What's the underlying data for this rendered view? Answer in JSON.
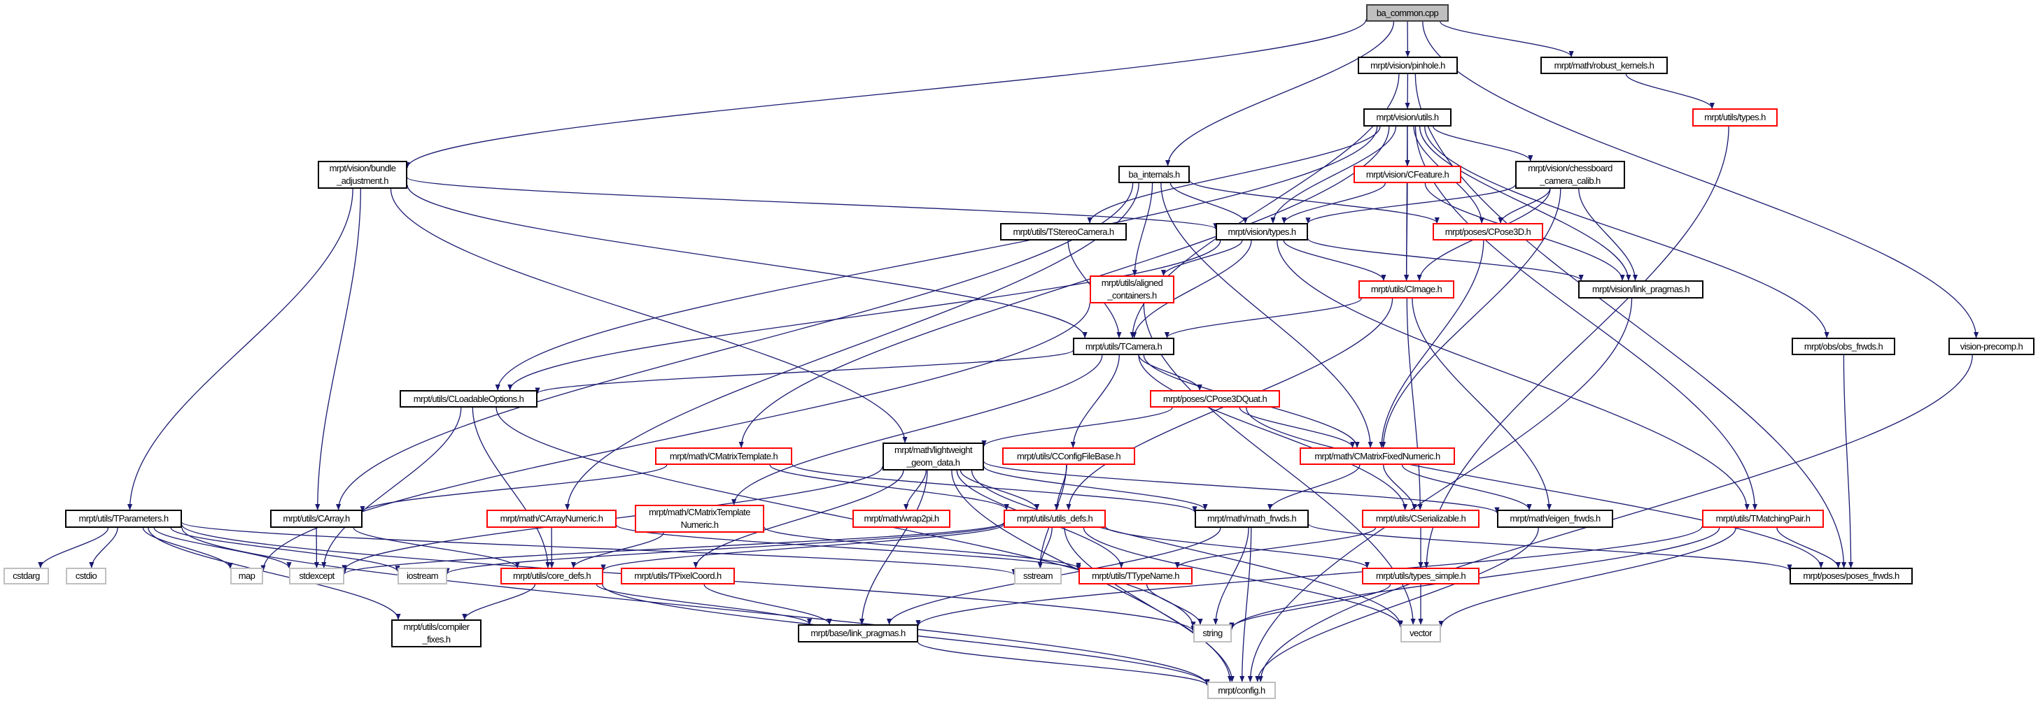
{
  "title": "ba_common.cpp",
  "colors": {
    "edge": "#191970",
    "red_border": "#ff0000",
    "gray_border": "#bfbfbf",
    "root_fill": "#bfbfbf"
  },
  "nodes": [
    {
      "id": "root",
      "label": "ba_common.cpp",
      "style": "root"
    },
    {
      "id": "pinhole",
      "label": "mrpt/vision/pinhole.h",
      "style": "normal"
    },
    {
      "id": "robust",
      "label": "mrpt/math/robust_kernels.h",
      "style": "normal"
    },
    {
      "id": "vutils",
      "label": "mrpt/vision/utils.h",
      "style": "normal"
    },
    {
      "id": "utypes",
      "label": "mrpt/utils/types.h",
      "style": "red"
    },
    {
      "id": "bundle",
      "label": "mrpt/vision/bundle\n_adjustment.h",
      "style": "normal"
    },
    {
      "id": "bainternals",
      "label": "ba_internals.h",
      "style": "normal"
    },
    {
      "id": "cfeature",
      "label": "mrpt/vision/CFeature.h",
      "style": "red"
    },
    {
      "id": "chess",
      "label": "mrpt/vision/chessboard\n_camera_calib.h",
      "style": "normal"
    },
    {
      "id": "tstereo",
      "label": "mrpt/utils/TStereoCamera.h",
      "style": "normal"
    },
    {
      "id": "vtypes",
      "label": "mrpt/vision/types.h",
      "style": "normal"
    },
    {
      "id": "cpose3d",
      "label": "mrpt/poses/CPose3D.h",
      "style": "red"
    },
    {
      "id": "aligned",
      "label": "mrpt/utils/aligned\n_containers.h",
      "style": "red"
    },
    {
      "id": "cimage",
      "label": "mrpt/utils/CImage.h",
      "style": "red"
    },
    {
      "id": "vlink",
      "label": "mrpt/vision/link_pragmas.h",
      "style": "normal"
    },
    {
      "id": "tcamera",
      "label": "mrpt/utils/TCamera.h",
      "style": "normal"
    },
    {
      "id": "obsfrwds",
      "label": "mrpt/obs/obs_frwds.h",
      "style": "normal"
    },
    {
      "id": "precomp",
      "label": "vision-precomp.h",
      "style": "normal"
    },
    {
      "id": "cloadable",
      "label": "mrpt/utils/CLoadableOptions.h",
      "style": "normal"
    },
    {
      "id": "cpose3dquat",
      "label": "mrpt/poses/CPose3DQuat.h",
      "style": "red"
    },
    {
      "id": "cmattemplate",
      "label": "mrpt/math/CMatrixTemplate.h",
      "style": "red"
    },
    {
      "id": "lightweight",
      "label": "mrpt/math/lightweight\n_geom_data.h",
      "style": "normal"
    },
    {
      "id": "cconfig",
      "label": "mrpt/utils/CConfigFileBase.h",
      "style": "red"
    },
    {
      "id": "cmatfixed",
      "label": "mrpt/math/CMatrixFixedNumeric.h",
      "style": "red"
    },
    {
      "id": "tparams",
      "label": "mrpt/utils/TParameters.h",
      "style": "normal"
    },
    {
      "id": "carray",
      "label": "mrpt/utils/CArray.h",
      "style": "normal"
    },
    {
      "id": "carraynum",
      "label": "mrpt/math/CArrayNumeric.h",
      "style": "red"
    },
    {
      "id": "cmattemplnum",
      "label": "mrpt/math/CMatrixTemplate\nNumeric.h",
      "style": "red"
    },
    {
      "id": "wrap2pi",
      "label": "mrpt/math/wrap2pi.h",
      "style": "red"
    },
    {
      "id": "utilsdefs",
      "label": "mrpt/utils/utils_defs.h",
      "style": "red"
    },
    {
      "id": "mathfrwds",
      "label": "mrpt/math/math_frwds.h",
      "style": "normal"
    },
    {
      "id": "cserial",
      "label": "mrpt/utils/CSerializable.h",
      "style": "red"
    },
    {
      "id": "eigenfrwds",
      "label": "mrpt/math/eigen_frwds.h",
      "style": "normal"
    },
    {
      "id": "tmatching",
      "label": "mrpt/utils/TMatchingPair.h",
      "style": "red"
    },
    {
      "id": "cstdarg",
      "label": "cstdarg",
      "style": "gray"
    },
    {
      "id": "cstdio",
      "label": "cstdio",
      "style": "gray"
    },
    {
      "id": "map",
      "label": "map",
      "style": "gray"
    },
    {
      "id": "stdexcept",
      "label": "stdexcept",
      "style": "gray"
    },
    {
      "id": "iostream",
      "label": "iostream",
      "style": "gray"
    },
    {
      "id": "coredefs",
      "label": "mrpt/utils/core_defs.h",
      "style": "red"
    },
    {
      "id": "tpixel",
      "label": "mrpt/utils/TPixelCoord.h",
      "style": "red"
    },
    {
      "id": "sstream",
      "label": "sstream",
      "style": "gray"
    },
    {
      "id": "ttypename",
      "label": "mrpt/utils/TTypeName.h",
      "style": "red"
    },
    {
      "id": "typessimple",
      "label": "mrpt/utils/types_simple.h",
      "style": "red"
    },
    {
      "id": "posesfrwds",
      "label": "mrpt/poses/poses_frwds.h",
      "style": "normal"
    },
    {
      "id": "compiler",
      "label": "mrpt/utils/compiler\n_fixes.h",
      "style": "normal"
    },
    {
      "id": "baselink",
      "label": "mrpt/base/link_pragmas.h",
      "style": "normal"
    },
    {
      "id": "string",
      "label": "string",
      "style": "gray"
    },
    {
      "id": "vector",
      "label": "vector",
      "style": "gray"
    },
    {
      "id": "config",
      "label": "mrpt/config.h",
      "style": "gray"
    }
  ],
  "edges": [
    [
      "root",
      "bundle"
    ],
    [
      "root",
      "bainternals"
    ],
    [
      "root",
      "pinhole"
    ],
    [
      "root",
      "robust"
    ],
    [
      "root",
      "precomp"
    ],
    [
      "pinhole",
      "vutils"
    ],
    [
      "pinhole",
      "tcamera"
    ],
    [
      "pinhole",
      "posesfrwds"
    ],
    [
      "robust",
      "utypes"
    ],
    [
      "utypes",
      "typessimple"
    ],
    [
      "vutils",
      "cloadable"
    ],
    [
      "vutils",
      "cmattemplate"
    ],
    [
      "vutils",
      "tstereo"
    ],
    [
      "vutils",
      "vtypes"
    ],
    [
      "vutils",
      "cimage"
    ],
    [
      "vutils",
      "cfeature"
    ],
    [
      "vutils",
      "cpose3d"
    ],
    [
      "vutils",
      "chess"
    ],
    [
      "vutils",
      "vlink"
    ],
    [
      "vutils",
      "obsfrwds"
    ],
    [
      "vutils",
      "tmatching"
    ],
    [
      "bundle",
      "tparams"
    ],
    [
      "bundle",
      "carray"
    ],
    [
      "bundle",
      "lightweight"
    ],
    [
      "bundle",
      "vtypes"
    ],
    [
      "bundle",
      "tcamera"
    ],
    [
      "bainternals",
      "carray"
    ],
    [
      "bainternals",
      "carraynum"
    ],
    [
      "bainternals",
      "vtypes"
    ],
    [
      "bainternals",
      "cpose3d"
    ],
    [
      "bainternals",
      "aligned"
    ],
    [
      "bainternals",
      "cmatfixed"
    ],
    [
      "tstereo",
      "tcamera"
    ],
    [
      "vtypes",
      "aligned"
    ],
    [
      "vtypes",
      "tcamera"
    ],
    [
      "vtypes",
      "cimage"
    ],
    [
      "vtypes",
      "vlink"
    ],
    [
      "vtypes",
      "cloadable"
    ],
    [
      "vtypes",
      "tmatching"
    ],
    [
      "cfeature",
      "vtypes"
    ],
    [
      "cfeature",
      "cimage"
    ],
    [
      "cfeature",
      "vlink"
    ],
    [
      "chess",
      "vtypes"
    ],
    [
      "chess",
      "cpose3d"
    ],
    [
      "chess",
      "cimage"
    ],
    [
      "chess",
      "vlink"
    ],
    [
      "chess",
      "cmatfixed"
    ],
    [
      "cpose3d",
      "cmatfixed"
    ],
    [
      "cimage",
      "tcamera"
    ],
    [
      "cimage",
      "utilsdefs"
    ],
    [
      "cimage",
      "cserial"
    ],
    [
      "cimage",
      "eigenfrwds"
    ],
    [
      "aligned",
      "map"
    ],
    [
      "aligned",
      "vector"
    ],
    [
      "vlink",
      "config"
    ],
    [
      "obsfrwds",
      "posesfrwds"
    ],
    [
      "precomp",
      "config"
    ],
    [
      "tcamera",
      "cloadable"
    ],
    [
      "tcamera",
      "cmattemplnum"
    ],
    [
      "tcamera",
      "cconfig"
    ],
    [
      "tcamera",
      "cpose3dquat"
    ],
    [
      "tcamera",
      "cmatfixed"
    ],
    [
      "tcamera",
      "cserial"
    ],
    [
      "cpose3dquat",
      "lightweight"
    ],
    [
      "cpose3dquat",
      "cmatfixed"
    ],
    [
      "cpose3dquat",
      "posesfrwds"
    ],
    [
      "cloadable",
      "stdexcept"
    ],
    [
      "cloadable",
      "coredefs"
    ],
    [
      "cloadable",
      "string"
    ],
    [
      "cmattemplate",
      "carray"
    ],
    [
      "cmattemplate",
      "utilsdefs"
    ],
    [
      "cmattemplate",
      "mathfrwds"
    ],
    [
      "lightweight",
      "stdexcept"
    ],
    [
      "lightweight",
      "tpixel"
    ],
    [
      "lightweight",
      "baselink"
    ],
    [
      "lightweight",
      "wrap2pi"
    ],
    [
      "lightweight",
      "utilsdefs"
    ],
    [
      "lightweight",
      "mathfrwds"
    ],
    [
      "lightweight",
      "ttypename"
    ],
    [
      "lightweight",
      "config"
    ],
    [
      "lightweight",
      "eigenfrwds"
    ],
    [
      "lightweight",
      "vector"
    ],
    [
      "cconfig",
      "utilsdefs"
    ],
    [
      "cconfig",
      "sstream"
    ],
    [
      "cmatfixed",
      "mathfrwds"
    ],
    [
      "cmatfixed",
      "cserial"
    ],
    [
      "cmatfixed",
      "eigenfrwds"
    ],
    [
      "carray",
      "stdexcept"
    ],
    [
      "carray",
      "coredefs"
    ],
    [
      "carraynum",
      "coredefs"
    ],
    [
      "carraynum",
      "ttypename"
    ],
    [
      "cmattemplnum",
      "coredefs"
    ],
    [
      "cmattemplnum",
      "ttypename"
    ],
    [
      "tparams",
      "cstdarg"
    ],
    [
      "tparams",
      "cstdio"
    ],
    [
      "tparams",
      "map"
    ],
    [
      "tparams",
      "stdexcept"
    ],
    [
      "tparams",
      "iostream"
    ],
    [
      "tparams",
      "compiler"
    ],
    [
      "tparams",
      "config"
    ],
    [
      "tparams",
      "string"
    ],
    [
      "tparams",
      "sstream"
    ],
    [
      "utilsdefs",
      "coredefs"
    ],
    [
      "utilsdefs",
      "stdexcept"
    ],
    [
      "utilsdefs",
      "iostream"
    ],
    [
      "utilsdefs",
      "sstream"
    ],
    [
      "utilsdefs",
      "typessimple"
    ],
    [
      "utilsdefs",
      "vector"
    ],
    [
      "utilsdefs",
      "config"
    ],
    [
      "mathfrwds",
      "baselink"
    ],
    [
      "mathfrwds",
      "string"
    ],
    [
      "mathfrwds",
      "posesfrwds"
    ],
    [
      "mathfrwds",
      "config"
    ],
    [
      "cserial",
      "ttypename"
    ],
    [
      "cserial",
      "typessimple"
    ],
    [
      "typessimple",
      "string"
    ],
    [
      "typessimple",
      "vector"
    ],
    [
      "ttypename",
      "string"
    ],
    [
      "coredefs",
      "compiler"
    ],
    [
      "coredefs",
      "baselink"
    ],
    [
      "coredefs",
      "config"
    ],
    [
      "tpixel",
      "baselink"
    ],
    [
      "baselink",
      "config"
    ],
    [
      "eigenfrwds",
      "config"
    ],
    [
      "tmatching",
      "posesfrwds"
    ],
    [
      "tmatching",
      "string"
    ],
    [
      "tmatching",
      "vector"
    ],
    [
      "tmatching",
      "baselink"
    ]
  ]
}
